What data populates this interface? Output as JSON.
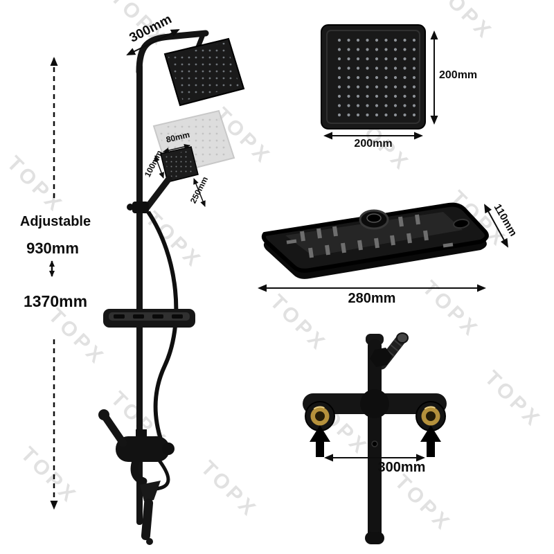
{
  "watermark": "TOPX",
  "colors": {
    "product_black": "#151515",
    "brass": "#b5913c",
    "watermark_gray": "#7d7d7d"
  },
  "main_unit": {
    "arm_length": "300mm",
    "hand_width": "80mm",
    "hand_depth": "100mm",
    "hand_length": "250mm",
    "adjustable": "Adjustable",
    "height_min": "930mm",
    "height_max": "1370mm"
  },
  "head_top_view": {
    "height": "200mm",
    "width": "200mm"
  },
  "shelf_view": {
    "depth": "110mm",
    "width": "280mm"
  },
  "mixer_view": {
    "inlet_spacing": "300mm"
  }
}
